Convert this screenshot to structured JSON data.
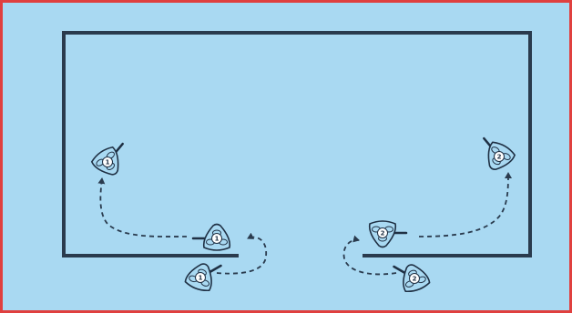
{
  "diagram": {
    "colors": {
      "background": "#a9d9f2",
      "frame": "#e0403f",
      "boundary": "#2a3b4e",
      "player_fill": "#a9d9f2",
      "player_stroke": "#1f3044",
      "stick": "#1f3044",
      "path": "#2a3b4e"
    },
    "players": [
      {
        "id": "player-left-top",
        "label": "1",
        "team": "left"
      },
      {
        "id": "player-left-mid",
        "label": "1",
        "team": "left"
      },
      {
        "id": "player-left-bottom",
        "label": "1",
        "team": "left"
      },
      {
        "id": "player-right-top",
        "label": "2",
        "team": "right"
      },
      {
        "id": "player-right-mid",
        "label": "2",
        "team": "right"
      },
      {
        "id": "player-right-bottom",
        "label": "2",
        "team": "right"
      }
    ],
    "paths": [
      {
        "id": "path-left-lower",
        "style": "dashed",
        "arrowhead": true
      },
      {
        "id": "path-left-upper",
        "style": "dashed",
        "arrowhead": true
      },
      {
        "id": "path-right-lower",
        "style": "dashed",
        "arrowhead": true
      },
      {
        "id": "path-right-upper",
        "style": "dashed",
        "arrowhead": true
      }
    ]
  }
}
